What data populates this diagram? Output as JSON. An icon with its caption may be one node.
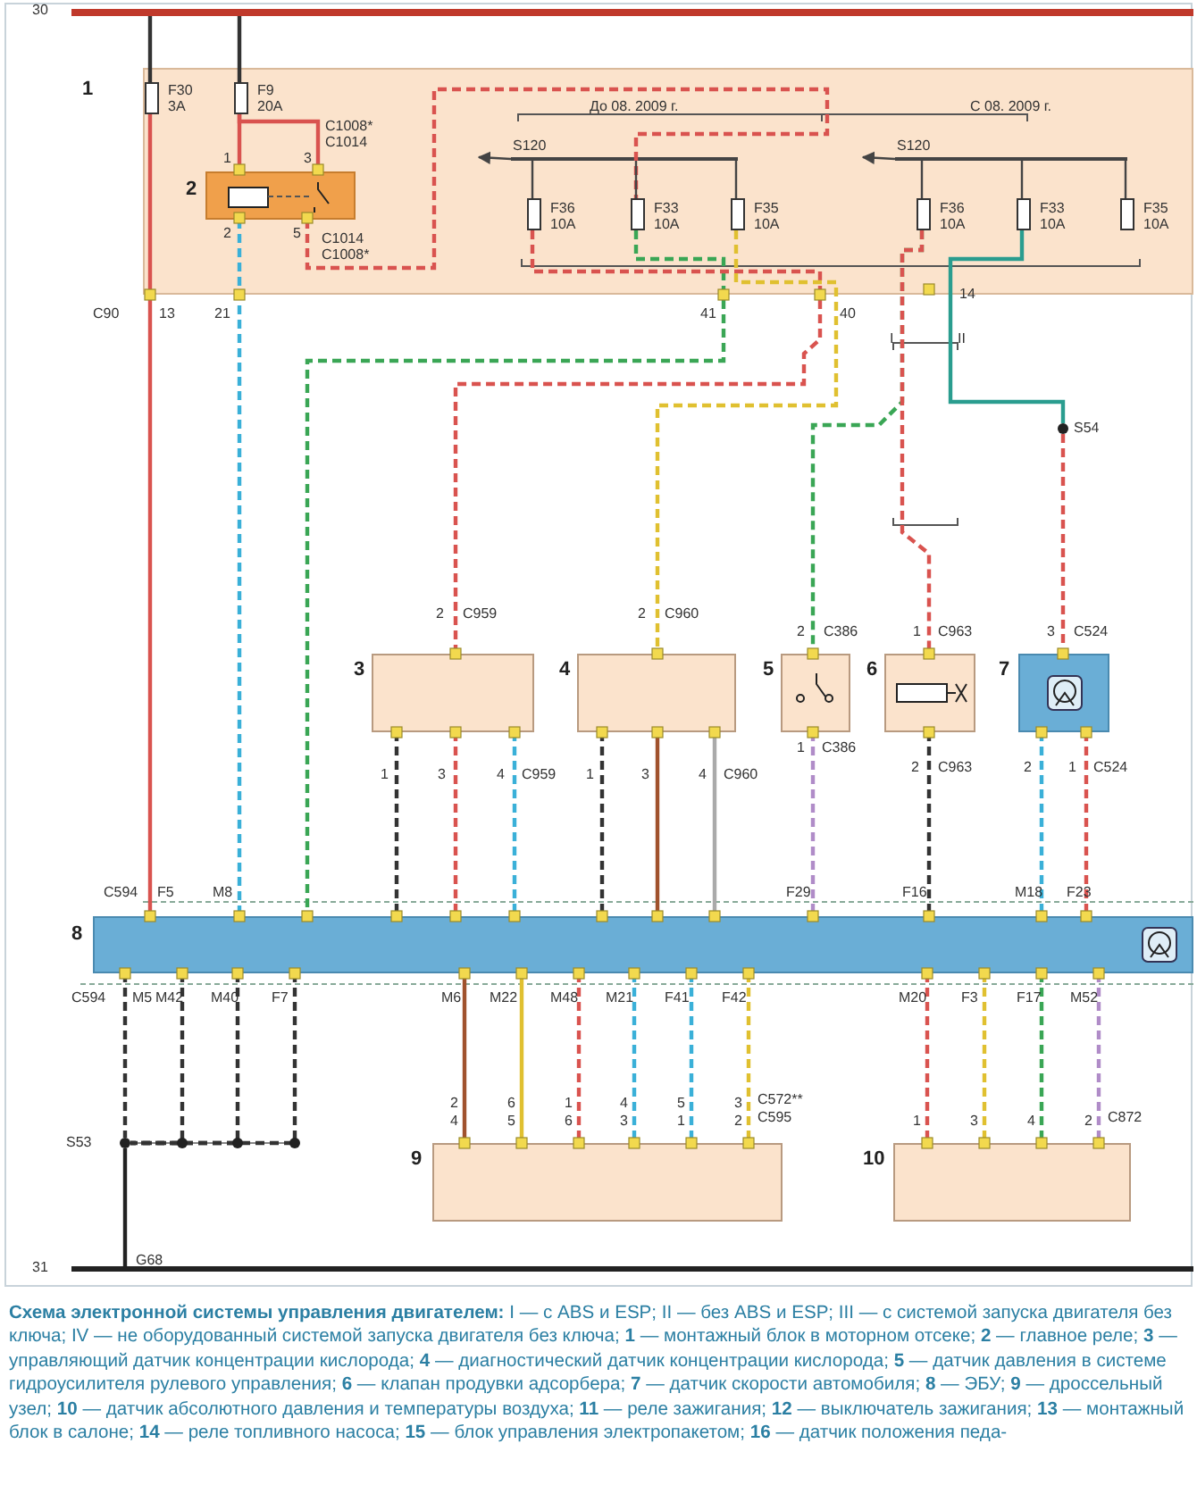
{
  "diagram": {
    "caption": "**Схема электронной системы управления двигателем:** I — с ABS и ESP; II — без ABS и ESP; III — с системой запуска двигателя без ключа; IV — не оборудованный системой запуска двигателя без ключа; **1** — монтажный блок в моторном отсеке; **2** — главное реле; **3** — управляющий датчик концентрации кислорода; **4** — диагностический датчик концентрации кислорода; **5** — датчик давления в системе гидроусилителя рулевого управления; **6** — клапан продувки адсорбера; **7** — датчик скорости автомобиля; **8** — ЭБУ; **9** — дроссельный узел; **10** — датчик абсолютного давления и температуры воздуха; **11** — реле зажигания; **12** — выключатель зажигания; **13** — монтажный блок в салоне; **14** — реле топливного насоса; **15** — блок управления электропакетом; **16** — датчик положения педа-",
    "nodes": [
      {
        "text": [
          "30"
        ]
      },
      {
        "text": [
          "1"
        ]
      },
      {
        "text": [
          "F30",
          "3A"
        ],
        "in": 1
      },
      {
        "text": [
          "F9",
          "20A"
        ],
        "in": 1
      },
      {
        "text": [
          "2"
        ],
        "in": 1
      },
      {
        "text": [
          "F36",
          "10A"
        ],
        "in": 1
      },
      {
        "text": [
          "F33",
          "10A"
        ],
        "in": 1
      },
      {
        "text": [
          "F35",
          "10A"
        ],
        "in": 1
      },
      {
        "text": [
          "F36",
          "10A"
        ],
        "in": 1
      },
      {
        "text": [
          "F33",
          "10A"
        ],
        "in": 1
      },
      {
        "text": [
          "F35",
          "10A"
        ],
        "in": 1
      },
      {
        "text": [
          "3"
        ]
      },
      {
        "text": [
          "4"
        ]
      },
      {
        "text": [
          "5"
        ]
      },
      {
        "text": [
          "6"
        ]
      },
      {
        "text": [
          "7"
        ]
      },
      {
        "text": [
          "8"
        ]
      },
      {
        "text": [
          "9"
        ]
      },
      {
        "text": [
          "10"
        ]
      },
      {
        "text": [
          "31"
        ]
      },
      {
        "text": [
          "S53"
        ]
      },
      {
        "text": [
          "S54"
        ]
      },
      {
        "text": [
          "S120"
        ],
        "in": 1
      },
      {
        "text": [
          "S120"
        ],
        "in": 1
      }
    ],
    "edges": [
      {
        "from": 0,
        "to": 2,
        "arrow": "none",
        "color": "#333333"
      },
      {
        "from": 0,
        "to": 3,
        "arrow": "none",
        "color": "#333333"
      },
      {
        "from": 2,
        "to": 16,
        "arrow": "none",
        "color": "#d9534f"
      },
      {
        "from": 3,
        "to": 4,
        "arrow": "none",
        "color": "#d9534f"
      },
      {
        "from": 3,
        "to": 4,
        "arrow": "none",
        "color": "#d9534f"
      },
      {
        "from": 4,
        "to": 16,
        "arrow": "none",
        "style": "dashed",
        "color": "#3ab0d8"
      },
      {
        "from": 4,
        "to": 6,
        "arrow": "none",
        "style": "dashed",
        "color": "#d9534f"
      },
      {
        "from": 6,
        "to": 16,
        "arrow": "none",
        "style": "dashed",
        "color": "#3aa655"
      },
      {
        "from": 5,
        "to": 11,
        "arrow": "none",
        "style": "dashed",
        "color": "#d9534f"
      },
      {
        "from": 7,
        "to": 12,
        "arrow": "none",
        "style": "dashed",
        "color": "#e0c030"
      },
      {
        "from": 8,
        "to": 13,
        "arrow": "none",
        "style": "dashed",
        "color": "#3aa655"
      },
      {
        "from": 8,
        "to": 14,
        "arrow": "none",
        "style": "dashed",
        "color": "#d9534f"
      },
      {
        "from": 9,
        "to": 21,
        "arrow": "none",
        "color": "#2a9d8f"
      },
      {
        "from": 21,
        "to": 15,
        "arrow": "none",
        "style": "dashed",
        "color": "#d9534f"
      },
      {
        "from": 11,
        "to": 16,
        "arrow": "none",
        "style": "dashed",
        "color": "#333333"
      },
      {
        "from": 11,
        "to": 16,
        "arrow": "none",
        "style": "dashed",
        "color": "#d9534f"
      },
      {
        "from": 11,
        "to": 16,
        "arrow": "none",
        "style": "dashed",
        "color": "#3ab0d8"
      },
      {
        "from": 12,
        "to": 16,
        "arrow": "none",
        "style": "dashed",
        "color": "#333333"
      },
      {
        "from": 12,
        "to": 16,
        "arrow": "none",
        "color": "#a0522d"
      },
      {
        "from": 12,
        "to": 16,
        "arrow": "none",
        "color": "#aaaaaa"
      },
      {
        "from": 13,
        "to": 16,
        "arrow": "none",
        "style": "dashed",
        "color": "#b08cc8"
      },
      {
        "from": 14,
        "to": 16,
        "arrow": "none",
        "style": "dashed",
        "color": "#333333"
      },
      {
        "from": 15,
        "to": 16,
        "arrow": "none",
        "style": "dashed",
        "color": "#3ab0d8"
      },
      {
        "from": 15,
        "to": 16,
        "arrow": "none",
        "style": "dashed",
        "color": "#d9534f"
      },
      {
        "from": 16,
        "to": 20,
        "arrow": "none",
        "style": "dashed",
        "color": "#333333"
      },
      {
        "from": 16,
        "to": 20,
        "arrow": "none",
        "style": "dashed",
        "color": "#333333"
      },
      {
        "from": 16,
        "to": 20,
        "arrow": "none",
        "style": "dashed",
        "color": "#333333"
      },
      {
        "from": 16,
        "to": 20,
        "arrow": "none",
        "style": "dashed",
        "color": "#333333"
      },
      {
        "from": 20,
        "to": 19,
        "arrow": "none",
        "color": "#222222"
      },
      {
        "from": 16,
        "to": 17,
        "arrow": "none",
        "color": "#a0522d"
      },
      {
        "from": 16,
        "to": 17,
        "arrow": "none",
        "color": "#e0c030"
      },
      {
        "from": 16,
        "to": 17,
        "arrow": "none",
        "style": "dashed",
        "color": "#d9534f"
      },
      {
        "from": 16,
        "to": 17,
        "arrow": "none",
        "style": "dashed",
        "color": "#3ab0d8"
      },
      {
        "from": 16,
        "to": 17,
        "arrow": "none",
        "style": "dashed",
        "color": "#3ab0d8"
      },
      {
        "from": 16,
        "to": 17,
        "arrow": "none",
        "style": "dashed",
        "color": "#e0c030"
      },
      {
        "from": 16,
        "to": 18,
        "arrow": "none",
        "style": "dashed",
        "color": "#d9534f"
      },
      {
        "from": 16,
        "to": 18,
        "arrow": "none",
        "style": "dashed",
        "color": "#e0c030"
      },
      {
        "from": 16,
        "to": 18,
        "arrow": "none",
        "style": "dashed",
        "color": "#3aa655"
      },
      {
        "from": 16,
        "to": 18,
        "arrow": "none",
        "style": "dashed",
        "color": "#b08cc8"
      },
      {
        "from": 22,
        "to": 5,
        "arrow": "none",
        "color": "#444444"
      },
      {
        "from": 22,
        "to": 6,
        "arrow": "none",
        "color": "#444444"
      },
      {
        "from": 22,
        "to": 7,
        "arrow": "none",
        "color": "#444444"
      },
      {
        "from": 22,
        "to": null,
        "arrow": "to",
        "color": "#444444"
      },
      {
        "from": 23,
        "to": 8,
        "arrow": "none",
        "color": "#444444"
      },
      {
        "from": 23,
        "to": 9,
        "arrow": "none",
        "color": "#444444"
      },
      {
        "from": 23,
        "to": 10,
        "arrow": "none",
        "color": "#444444"
      },
      {
        "from": 23,
        "to": null,
        "arrow": "to",
        "color": "#444444"
      }
    ],
    "labels": [
      "C1008*",
      "C1014",
      "1",
      "3",
      "C1014",
      "C1008*",
      "2",
      "5",
      "До 08. 2009 г.",
      "С 08. 2009 г.",
      "C90",
      "13",
      "21",
      "41",
      "40",
      "14",
      "I",
      "II",
      "2",
      "C959",
      "2",
      "C960",
      "2",
      "C386",
      "1",
      "C963",
      "3",
      "C524",
      "1",
      "3",
      "4",
      "C959",
      "1",
      "3",
      "4",
      "C960",
      "1",
      "C386",
      "2",
      "C963",
      "2",
      "1",
      "C524",
      "C594",
      "F5",
      "M8",
      "F29",
      "F16",
      "M18",
      "F23",
      "C594",
      "M5",
      "M42",
      "M40",
      "F7",
      "M6",
      "M22",
      "M48",
      "M21",
      "F41",
      "F42",
      "M20",
      "F3",
      "F17",
      "M52",
      "2",
      "6",
      "1",
      "4",
      "5",
      "3",
      "C572**",
      "4",
      "5",
      "6",
      "3",
      "1",
      "2",
      "C595",
      "1",
      "3",
      "4",
      "2",
      "C872",
      "G68"
    ]
  }
}
